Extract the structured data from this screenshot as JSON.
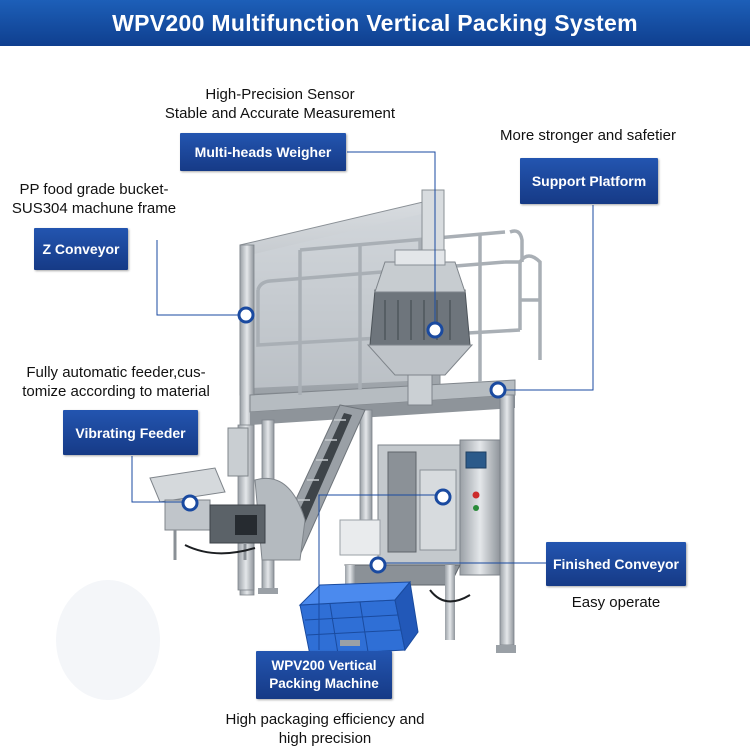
{
  "title": "WPV200 Multifunction Vertical Packing System",
  "colors": {
    "title_bg": "#1747a0",
    "label_bg": "#1f4ea6",
    "leader_line": "#1a4aa0",
    "marker": "#1a4aa0"
  },
  "components": [
    {
      "id": "weigher",
      "label": "Multi-heads Weigher",
      "note_lines": [
        "High-Precision Sensor",
        "Stable and Accurate Measurement"
      ]
    },
    {
      "id": "platform",
      "label": "Support Platform",
      "note_lines": [
        "More stronger and safetier"
      ]
    },
    {
      "id": "zconveyor",
      "label": "Z Conveyor",
      "note_lines": [
        "PP food grade bucket-",
        "SUS304 machune frame"
      ]
    },
    {
      "id": "feeder",
      "label": "Vibrating Feeder",
      "note_lines": [
        "Fully automatic feeder,cus-",
        "tomize according to material"
      ]
    },
    {
      "id": "finished",
      "label": "Finished Conveyor",
      "note_lines": [
        "Easy operate"
      ]
    },
    {
      "id": "packer",
      "label_lines": [
        "WPV200 Vertical",
        "Packing Machine"
      ],
      "note_lines": [
        "High packaging efficiency and",
        "high precision"
      ]
    }
  ]
}
